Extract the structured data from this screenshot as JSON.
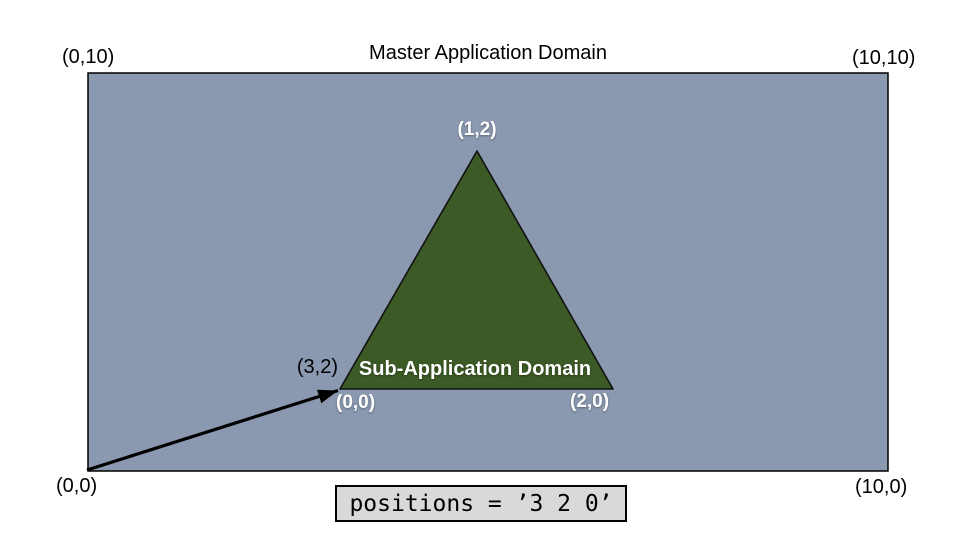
{
  "master_domain": {
    "title": "Master Application Domain",
    "fill": "#8a99b0",
    "corners": {
      "top_left": "(0,10)",
      "top_right": "(10,10)",
      "bottom_left": "(0,0)",
      "bottom_right": "(10,0)"
    }
  },
  "sub_domain": {
    "title": "Sub-Application Domain",
    "fill": "#3c5a25",
    "vertices": {
      "apex": "(1,2)",
      "origin": "(0,0)",
      "bottom_right": "(2,0)"
    }
  },
  "arrow": {
    "color": "#000000",
    "target_label": "(3,2)"
  },
  "code_box": {
    "text": "positions = ’3 2 0’",
    "background": "#d9d9d9"
  }
}
